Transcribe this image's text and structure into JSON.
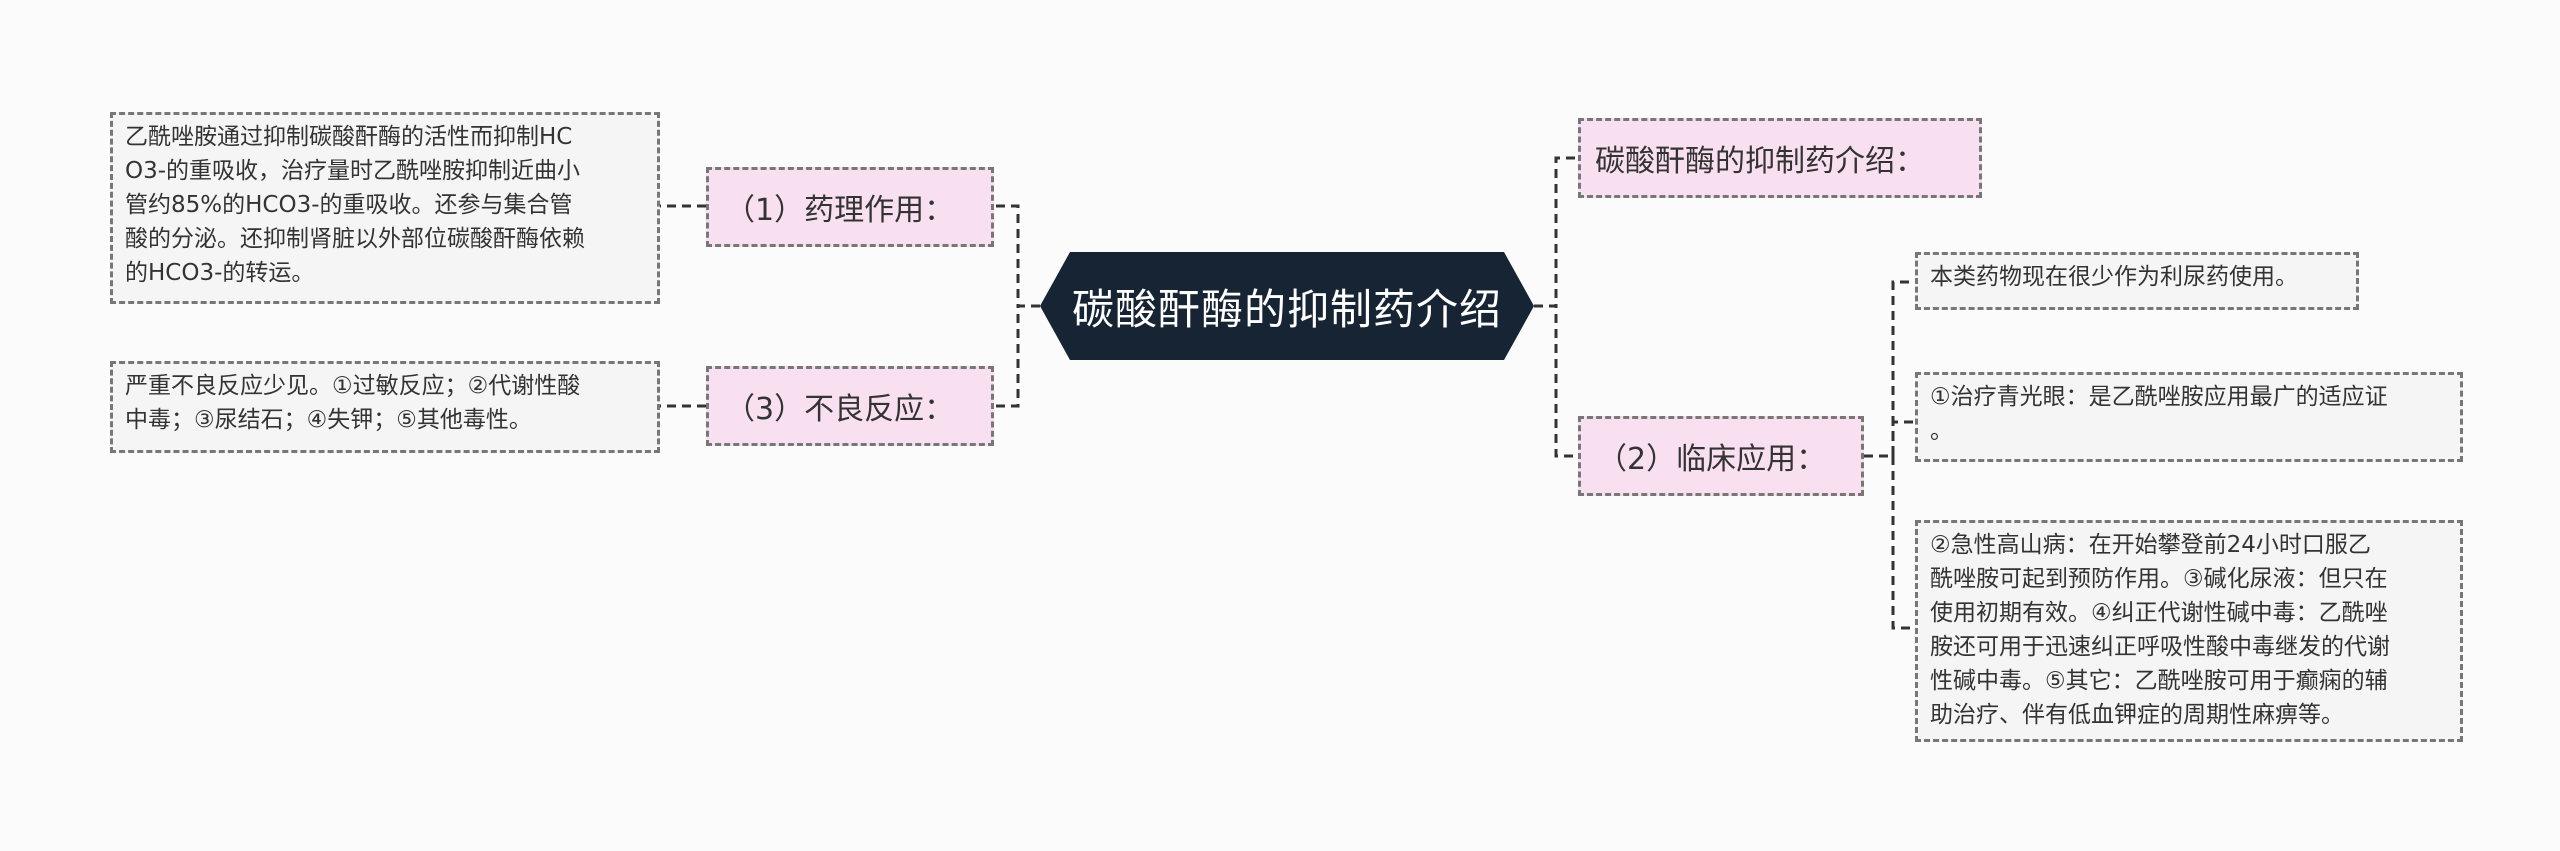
{
  "center": {
    "title": "碳酸酐酶的抑制药介绍"
  },
  "branches": {
    "intro": {
      "label": "碳酸酐酶的抑制药介绍："
    },
    "pharmacology": {
      "label": "（1）药理作用：",
      "detail_lines": [
        "乙酰唑胺通过抑制碳酸酐酶的活性而抑制HC",
        "O3-的重吸收，治疗量时乙酰唑胺抑制近曲小",
        "管约85%的HCO3-的重吸收。还参与集合管",
        "酸的分泌。还抑制肾脏以外部位碳酸酐酶依赖",
        "的HCO3-的转运。"
      ]
    },
    "adverse": {
      "label": "（3）不良反应：",
      "detail_lines": [
        "严重不良反应少见。①过敏反应；②代谢性酸",
        "中毒；③尿结石；④失钾；⑤其他毒性。"
      ]
    },
    "clinical": {
      "label": "（2）临床应用：",
      "details": [
        {
          "lines": [
            "本类药物现在很少作为利尿药使用。"
          ]
        },
        {
          "lines": [
            "①治疗青光眼：是乙酰唑胺应用最广的适应证",
            "。"
          ]
        },
        {
          "lines": [
            "②急性高山病：在开始攀登前24小时口服乙",
            "酰唑胺可起到预防作用。③碱化尿液：但只在",
            "使用初期有效。④纠正代谢性碱中毒：乙酰唑",
            "胺还可用于迅速纠正呼吸性酸中毒继发的代谢",
            "性碱中毒。⑤其它：乙酰唑胺可用于癫痫的辅",
            "助治疗、伴有低血钾症的周期性麻痹等。"
          ]
        }
      ]
    }
  }
}
